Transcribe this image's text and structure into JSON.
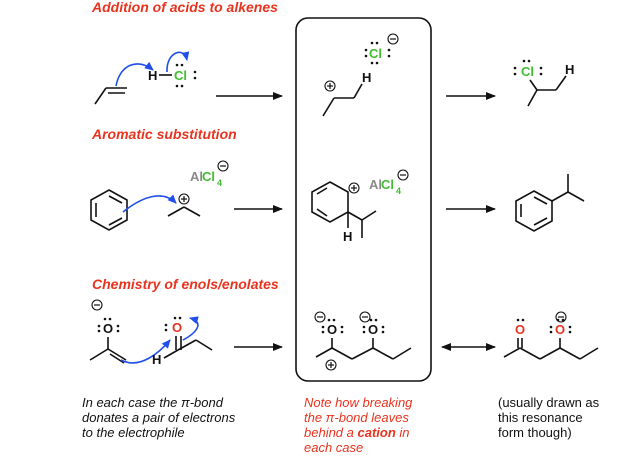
{
  "sections": {
    "acids": "Addition of acids to alkenes",
    "aromatic": "Aromatic substitution",
    "enols": "Chemistry of enols/enolates"
  },
  "atoms": {
    "H": "H",
    "Cl": "Cl",
    "Al": "Al",
    "four": "4",
    "O": "O",
    "plus": "+",
    "minus": "−"
  },
  "notes": {
    "left": [
      "In each case the π-bond",
      "donates a pair of electrons",
      "to the electrophile"
    ],
    "center_line1": "Note how breaking",
    "center_line2": "the π-bond leaves",
    "center_line3_pre": "behind a ",
    "center_line3_bold": "cation",
    "center_line3_post": " in",
    "center_line4": "each case",
    "right": [
      "(usually drawn as",
      "this resonance",
      "form though)"
    ]
  },
  "colors": {
    "heading": "#e8331f",
    "arrow": "#1f4fe8",
    "chlorine": "#3fbf2f",
    "aluminum": "#8a8a8a",
    "oxygen": "#e8331f",
    "bond": "#111111"
  }
}
